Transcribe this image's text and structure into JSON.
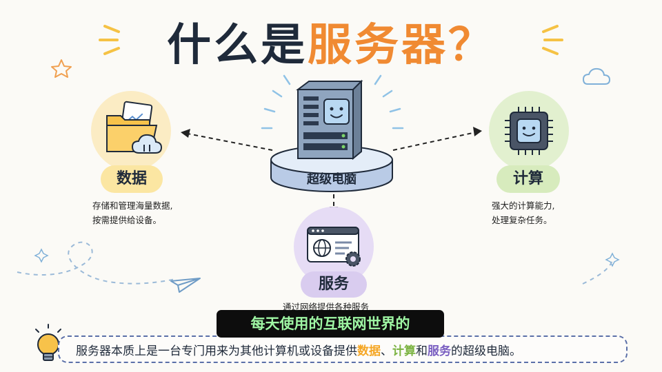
{
  "title": {
    "part1": "什么是",
    "part2": "服务器？"
  },
  "center": {
    "label": "超级电脑"
  },
  "nodes": {
    "data": {
      "label": "数据",
      "desc_line1": "存储和管理海量数据,",
      "desc_line2": "按需提供给设备。"
    },
    "compute": {
      "label": "计算",
      "desc_line1": "强大的计算能力,",
      "desc_line2": "处理复杂任务。"
    },
    "service": {
      "label": "服务",
      "desc_partial": "通过网络提供各种服务"
    }
  },
  "summary": {
    "prefix": "服务器本质上是一台专门用来为其他计算机或设备提供",
    "kw_data": "数据",
    "sep1": "、",
    "kw_compute": "计算",
    "sep2": "和",
    "kw_service": "服务",
    "suffix": "的超级电脑。"
  },
  "caption": {
    "text": "每天使用的互联网世界的"
  },
  "colors": {
    "title_dark": "#1f2a3a",
    "title_orange": "#f08a32",
    "data_accent": "#f5a623",
    "compute_accent": "#7cb342",
    "service_accent": "#7a5fc1",
    "caption_text": "#9ff7a4"
  }
}
